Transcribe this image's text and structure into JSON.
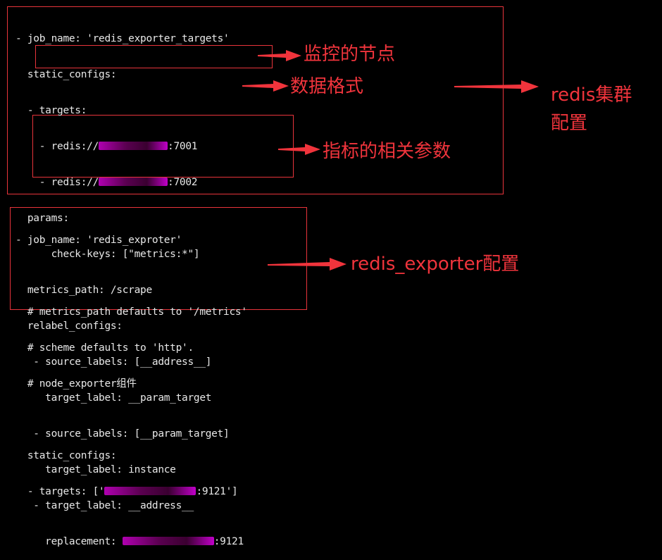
{
  "block1": {
    "lines": [
      "- job_name: 'redis_exporter_targets'",
      "  static_configs:",
      "  - targets:",
      "    - redis://",
      "    - redis://",
      "  params:",
      "      check-keys: [\"metrics:*\"]",
      "  metrics_path: /scrape",
      "  relabel_configs:",
      "   - source_labels: [__address__]",
      "     target_label: __param_target",
      "   - source_labels: [__param_target]",
      "     target_label: instance",
      "   - target_label: __address__",
      "     replacement: "
    ],
    "target1_port": ":7001",
    "target2_port": ":7002",
    "replacement_port": ":9121",
    "redacted_note": "IP addresses obscured"
  },
  "block2": {
    "lines": [
      "- job_name: 'redis_exproter'",
      "",
      "  # metrics_path defaults to '/metrics'",
      "  # scheme defaults to 'http'.",
      "  # node_exporter组件",
      "",
      "  static_configs:",
      "  - targets: ['"
    ],
    "target_suffix": ":9121']"
  },
  "annotations": {
    "nodes": "监控的节点",
    "data_format": "数据格式",
    "metric_params": "指标的相关参数",
    "cluster_config_line1": "redis集群",
    "cluster_config_line2": "配置",
    "exporter_config": "redis_exporter配置"
  },
  "colors": {
    "background": "#000000",
    "code_text": "#e8e8e8",
    "annotation_red": "#f0343c",
    "redaction_magenta": "#b000b0"
  }
}
